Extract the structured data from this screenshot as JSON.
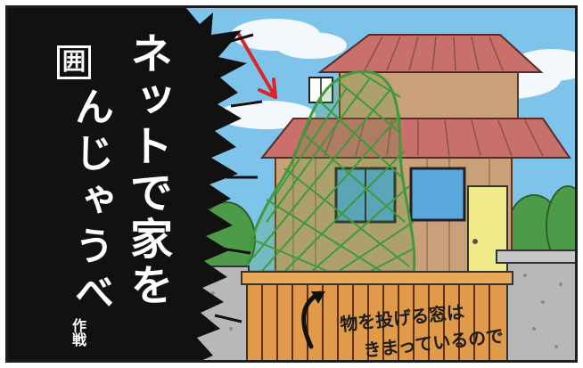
{
  "comic": {
    "title_boxed_char": "囲",
    "title_line1": "ネットで家を",
    "title_line2": "んじゃうべ",
    "subtitle": "作戦",
    "caption_line1": "物を投げる窓は",
    "caption_line2": "きまっているので"
  },
  "colors": {
    "sky": "#7ec3ea",
    "roof": "#c9706c",
    "wall": "#c9a07a",
    "window": "#5aa7dd",
    "net": "#3f9a3a",
    "fence": "#e19a49",
    "stone": "#b8b8b8",
    "bush": "#4d9b48",
    "ink": "#111111",
    "arrow": "#d8262a"
  }
}
